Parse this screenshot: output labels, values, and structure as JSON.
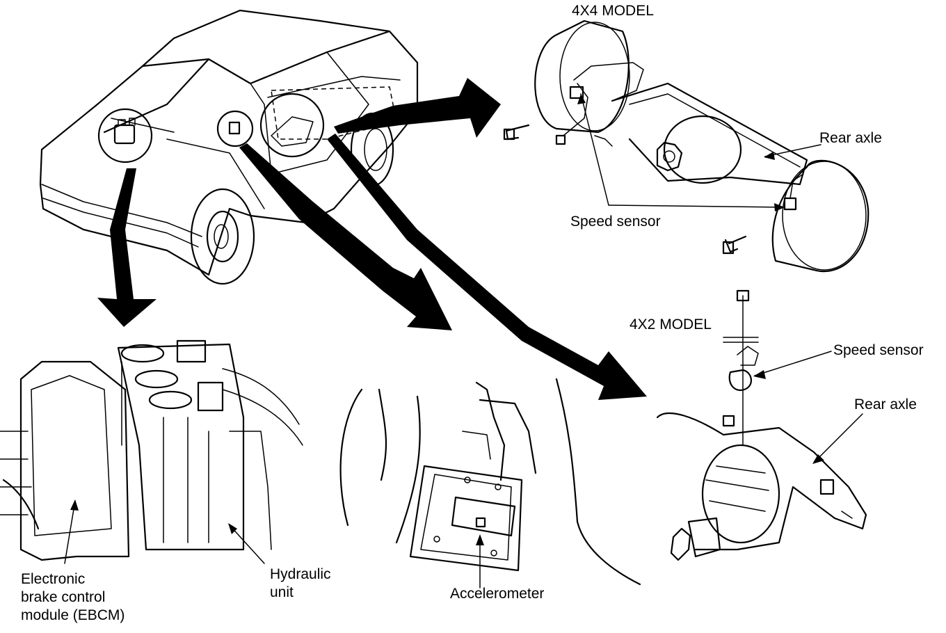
{
  "labels": {
    "model_4x4": "4X4 MODEL",
    "rear_axle_top": "Rear axle",
    "speed_sensor_top": "Speed sensor",
    "model_4x2": "4X2 MODEL",
    "speed_sensor_right": "Speed sensor",
    "rear_axle_right": "Rear axle",
    "ebcm_lines": [
      "Electronic",
      "brake control",
      "module (EBCM)"
    ],
    "hydraulic_lines": [
      "Hydraulic",
      "unit"
    ],
    "accelerometer": "Accelerometer"
  }
}
